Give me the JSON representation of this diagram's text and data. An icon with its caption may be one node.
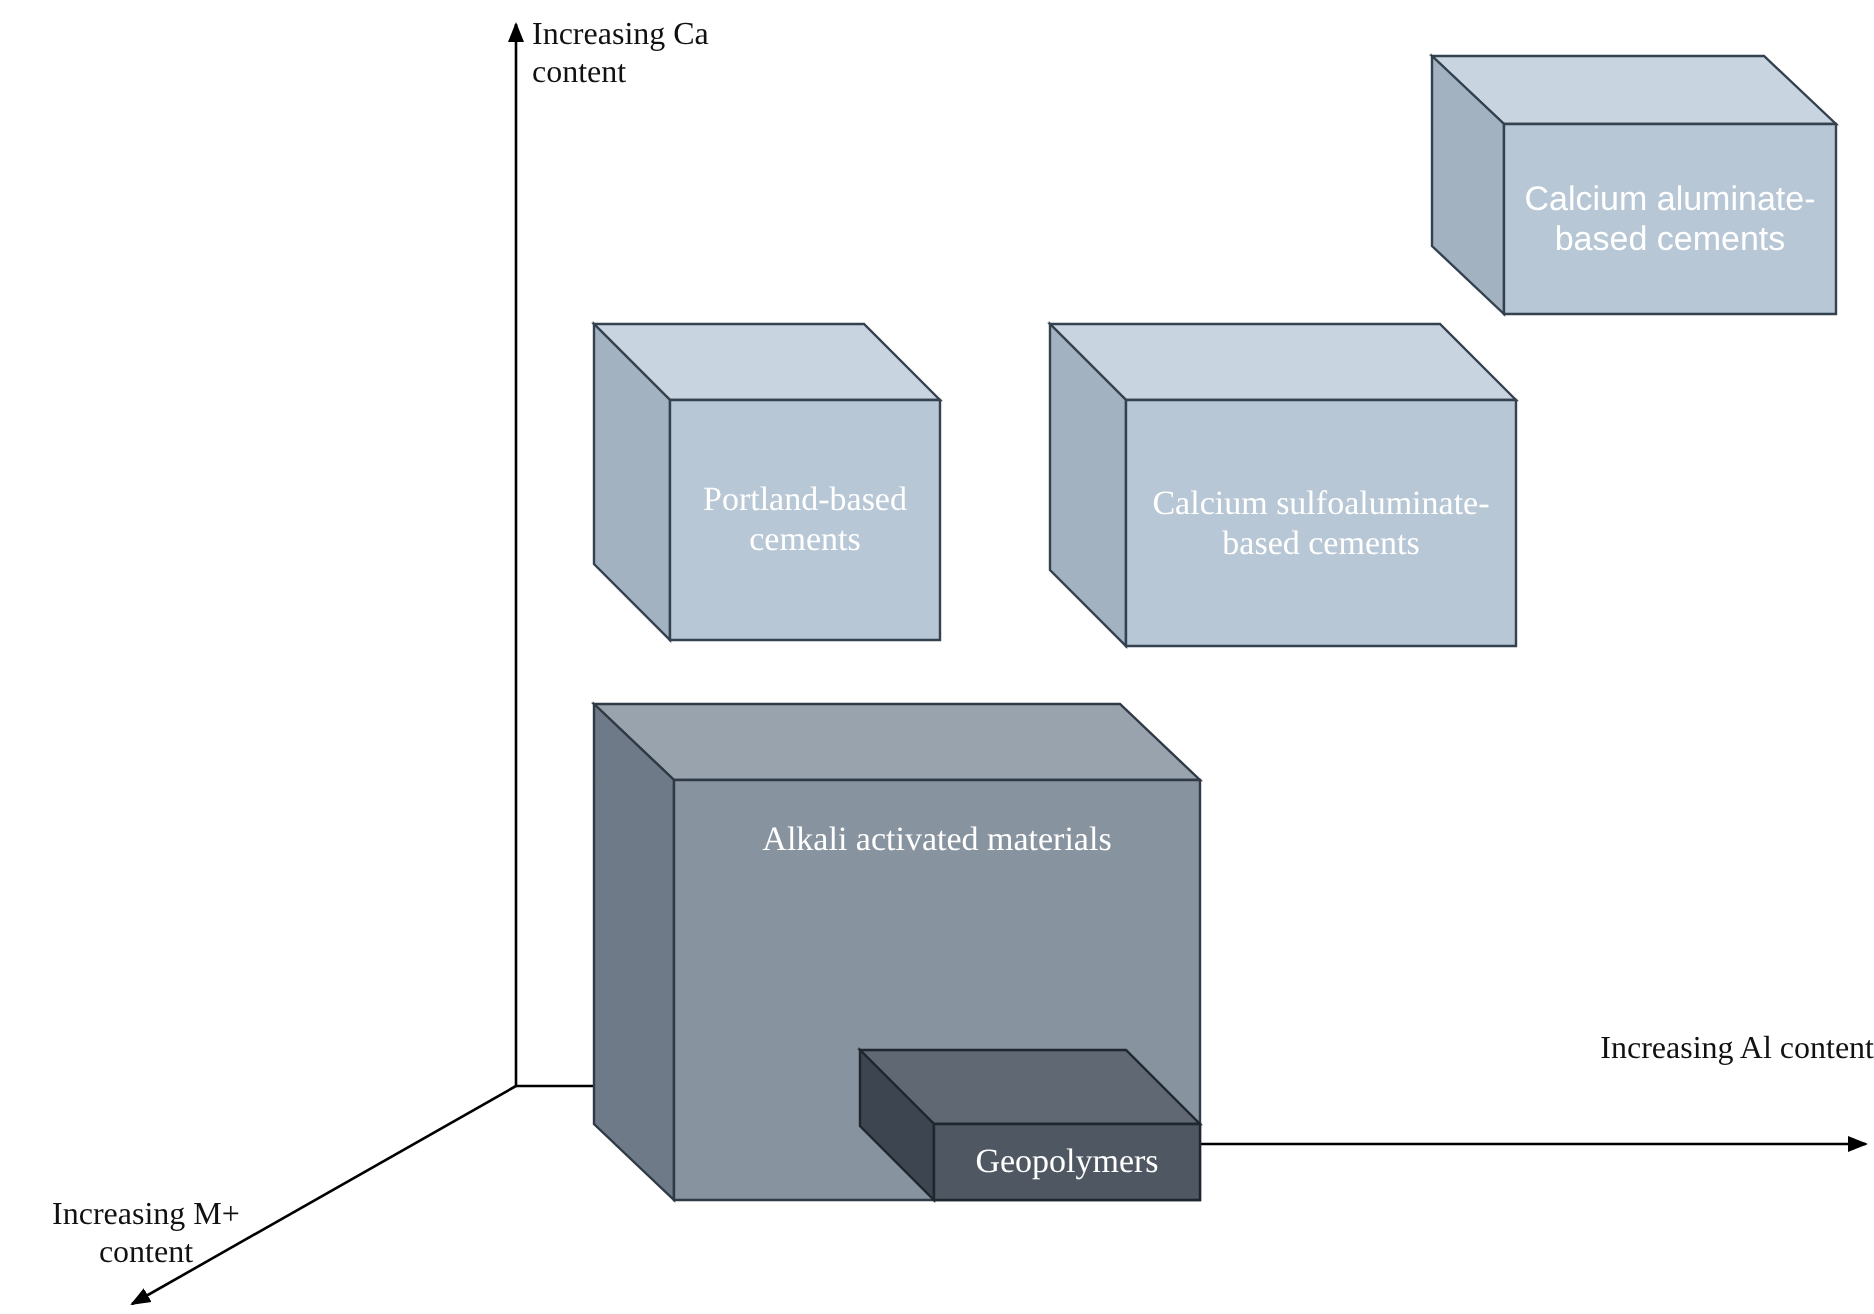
{
  "diagram": {
    "nodes": [
      {
        "text": [
          "Calcium aluminate-based cements"
        ]
      },
      {
        "text": [
          "Portland-based cements"
        ]
      },
      {
        "text": [
          "Calcium sulfoaluminate-based cements"
        ]
      },
      {
        "text": [
          "Alkali activated materials"
        ]
      },
      {
        "text": [
          "Geopolymers"
        ],
        "in": 3
      }
    ],
    "labels": [
      "Increasing Ca content",
      "Increasing Al content",
      "Increasing M+ content"
    ]
  }
}
